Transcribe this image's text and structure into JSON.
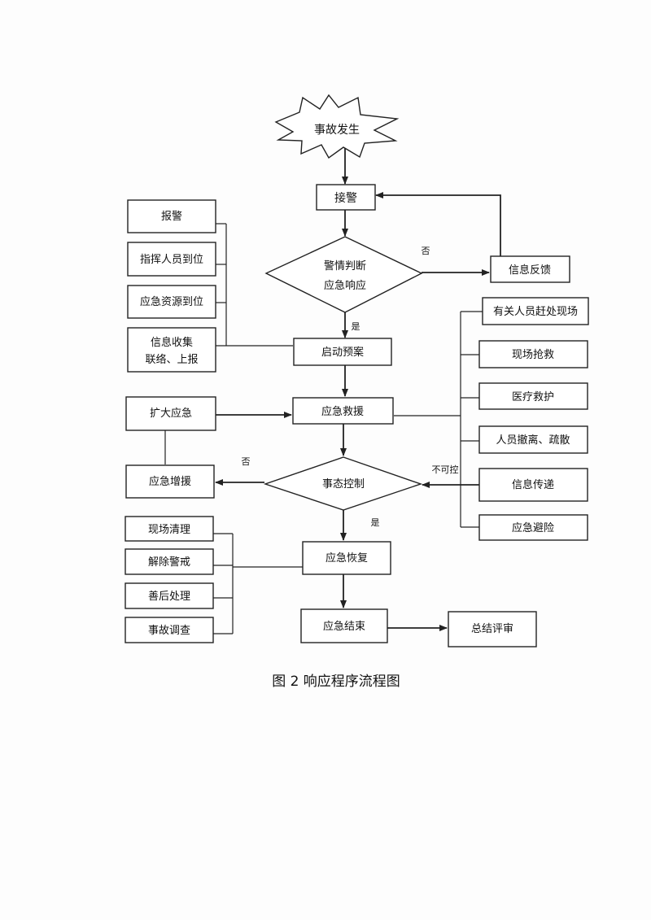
{
  "diagram": {
    "start": "事故发生",
    "receive_alarm": "接警",
    "judge_line1": "警情判断",
    "judge_line2": "应急响应",
    "info_feedback": "信息反馈",
    "start_plan": "启动预案",
    "emergency_rescue": "应急救援",
    "control_line": "事态控制",
    "emergency_recovery": "应急恢复",
    "emergency_end": "应急结束",
    "summary_review": "总结评审",
    "left_top": {
      "report": "报警",
      "commanders": "指挥人员到位",
      "resources": "应急资源到位",
      "info_line1": "信息收集",
      "info_line2": "联络、上报"
    },
    "expand": "扩大应急",
    "reinforce": "应急增援",
    "right_actions": [
      "有关人员赶处现场",
      "现场抢救",
      "医疗救护",
      "人员撤离、疏散",
      "信息传递",
      "应急避险"
    ],
    "left_bottom": [
      "现场清理",
      "解除警戒",
      "善后处理",
      "事故调查"
    ],
    "edge_no_feedback": "否",
    "edge_yes_plan": "是",
    "edge_no_reinforce": "否",
    "edge_uncontrollable": "不可控",
    "edge_yes_recovery": "是"
  },
  "caption": "图 2 响应程序流程图"
}
